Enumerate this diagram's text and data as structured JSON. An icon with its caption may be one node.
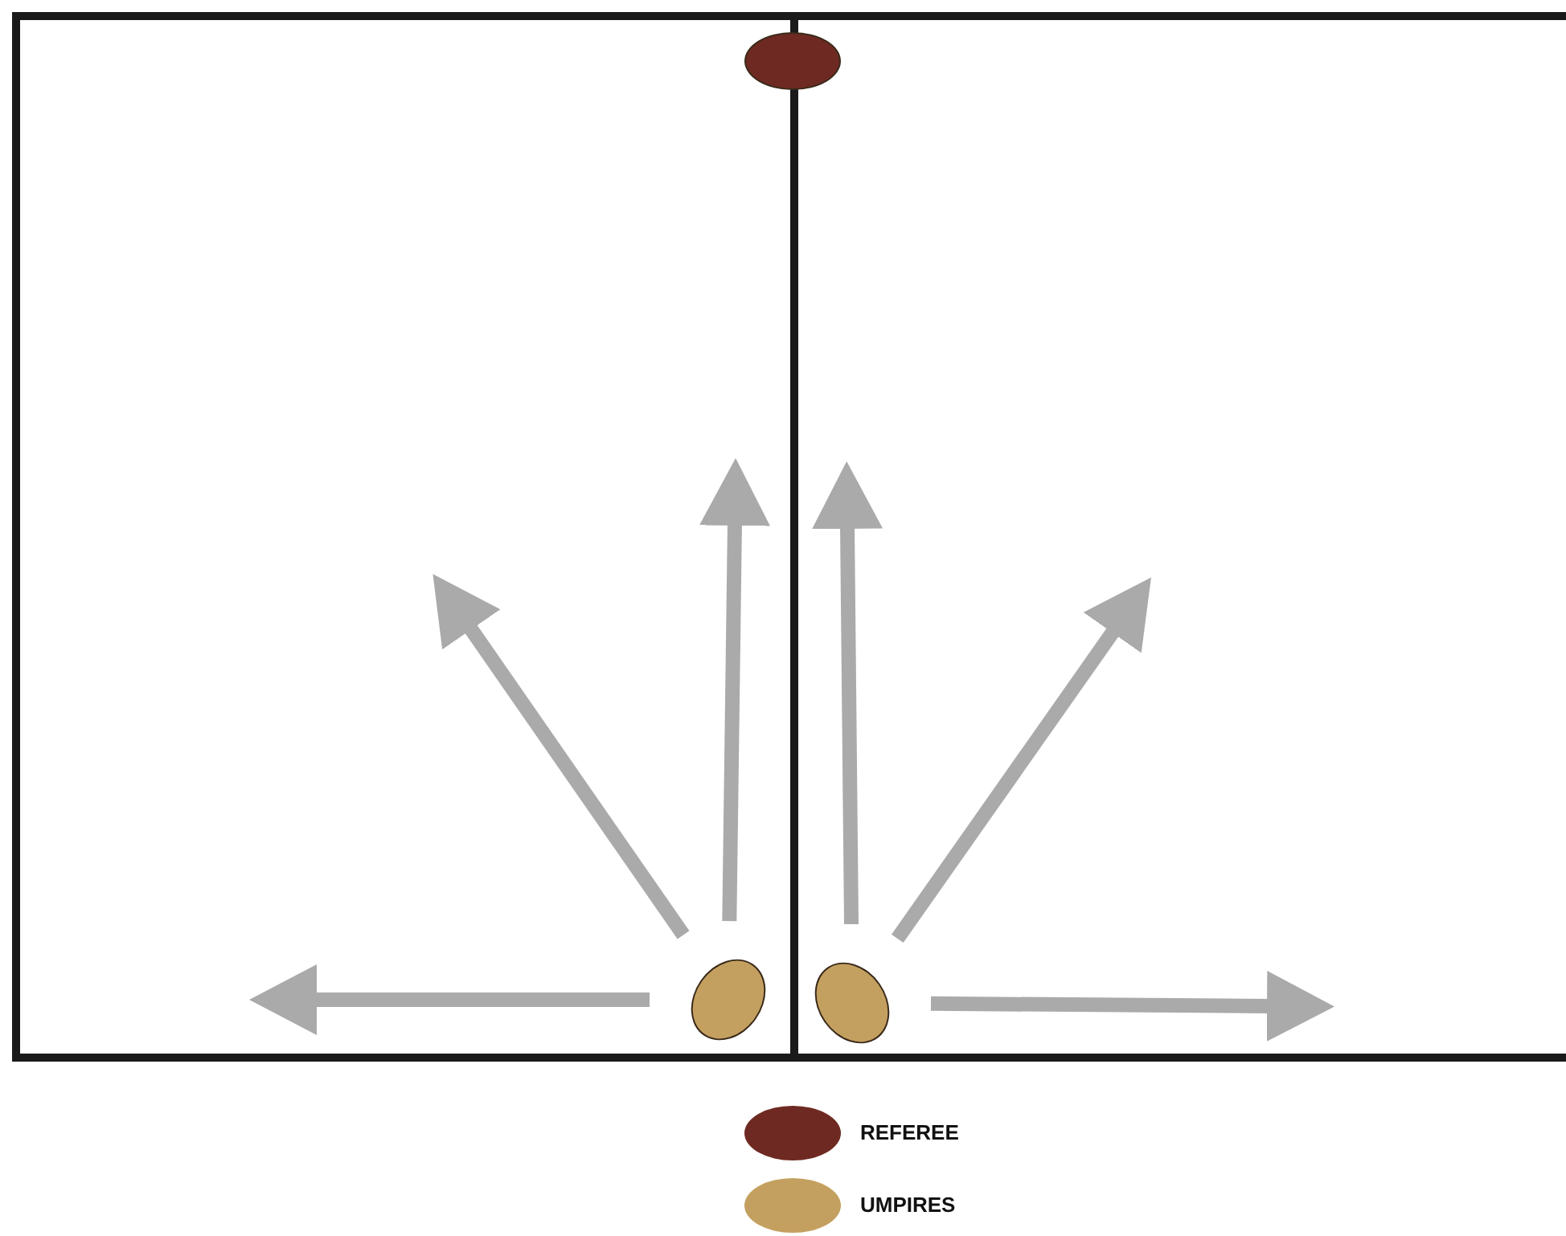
{
  "diagram": {
    "nodes": [
      {
        "text": [],
        "shape": "circle"
      },
      {
        "text": [],
        "shape": "circle"
      },
      {
        "text": [],
        "shape": "circle"
      }
    ],
    "edges": [
      {
        "from": 1,
        "to": null,
        "arrow": "to"
      },
      {
        "from": 1,
        "to": null,
        "arrow": "to"
      },
      {
        "from": 1,
        "to": null,
        "arrow": "to"
      },
      {
        "from": 2,
        "to": null,
        "arrow": "to"
      },
      {
        "from": 2,
        "to": null,
        "arrow": "to"
      },
      {
        "from": 2,
        "to": null,
        "arrow": "to"
      }
    ],
    "legend": [
      {
        "text": "REFEREE",
        "color": "#6e2a22"
      },
      {
        "text": "UMPIRES",
        "color": "#c4a060"
      }
    ]
  }
}
